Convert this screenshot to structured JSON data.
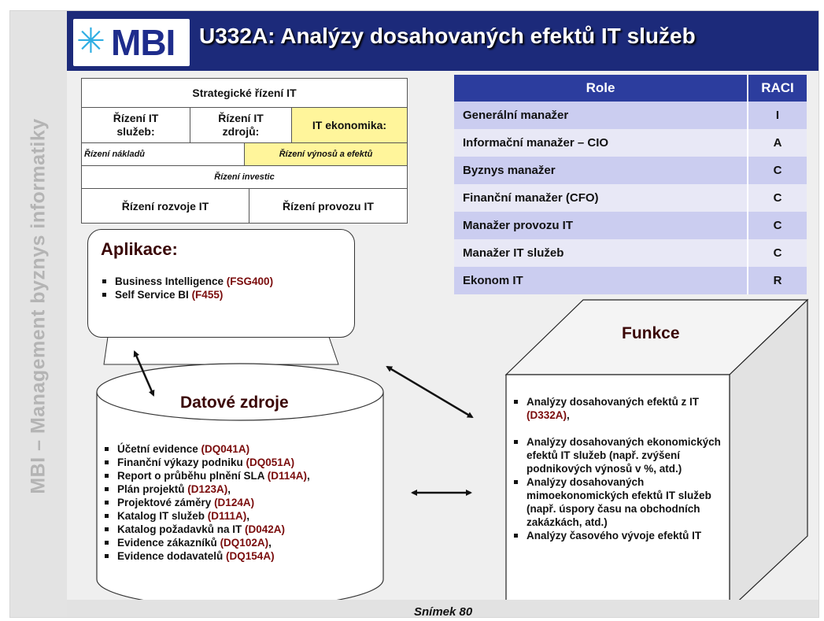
{
  "vertical_text": "MBI – Management byznys informatiky",
  "logo": {
    "star": "✳",
    "text": "MBI"
  },
  "title": "U332A: Analýzy dosahovaných efektů IT služeb",
  "org": {
    "strategic": "Strategické řízení IT",
    "services": "Řízení IT služeb:",
    "resources": "Řízení IT zdrojů:",
    "economics": "IT ekonomika:",
    "costs": "Řízení nákladů",
    "revenues": "Řízení výnosů a efektů",
    "investments": "Řízení investic",
    "development": "Řízení rozvoje IT",
    "operations": "Řízení provozu IT"
  },
  "roles": {
    "header_role": "Role",
    "header_raci": "RACI",
    "rows": [
      {
        "role": "Generální manažer",
        "raci": "I"
      },
      {
        "role": "Informační manažer – CIO",
        "raci": "A"
      },
      {
        "role": "Byznys manažer",
        "raci": "C"
      },
      {
        "role": "Finanční manažer (CFO)",
        "raci": "C"
      },
      {
        "role": "Manažer provozu IT",
        "raci": "C"
      },
      {
        "role": "Manažer IT služeb",
        "raci": "C"
      },
      {
        "role": "Ekonom IT",
        "raci": "R"
      }
    ]
  },
  "app": {
    "title": "Aplikace:",
    "items": [
      {
        "text": "Business Intelligence ",
        "code": "(FSG400)"
      },
      {
        "text": "Self Service BI ",
        "code": "(F455)"
      }
    ]
  },
  "data_sources": {
    "title": "Datové zdroje",
    "items": [
      {
        "text": "Účetní evidence ",
        "code": "(DQ041A)",
        "after": ""
      },
      {
        "text": "Finanční výkazy podniku ",
        "code": "(DQ051A)",
        "after": ""
      },
      {
        "text": "Report o průběhu plnění SLA ",
        "code": "(D114A)",
        "after": ","
      },
      {
        "text": "Plán projektů ",
        "code": "(D123A)",
        "after": ","
      },
      {
        "text": "Projektové záměry ",
        "code": "(D124A)",
        "after": ""
      },
      {
        "text": "Katalog IT služeb ",
        "code": "(D111A)",
        "after": ","
      },
      {
        "text": "Katalog požadavků na IT ",
        "code": "(D042A)",
        "after": ""
      },
      {
        "text": "Evidence zákazníků ",
        "code": "(DQ102A)",
        "after": ","
      },
      {
        "text": "Evidence dodavatelů ",
        "code": "(DQ154A)",
        "after": ""
      }
    ]
  },
  "functions": {
    "title": "Funkce",
    "items": [
      {
        "text": "Analýzy dosahovaných efektů z IT ",
        "code": "(D332A)",
        "after": ","
      },
      {
        "text": "Analýzy dosahovaných ekonomických efektů IT služeb (např. zvýšení podnikových výnosů v %, atd.)",
        "code": "",
        "after": ""
      },
      {
        "text": "Analýzy dosahovaných mimoekonomických efektů IT služeb (např. úspory času na obchodních zakázkách, atd.)",
        "code": "",
        "after": ""
      },
      {
        "text": "Analýzy časového vývoje efektů IT",
        "code": "",
        "after": ""
      }
    ]
  },
  "footer": "Snímek 80"
}
